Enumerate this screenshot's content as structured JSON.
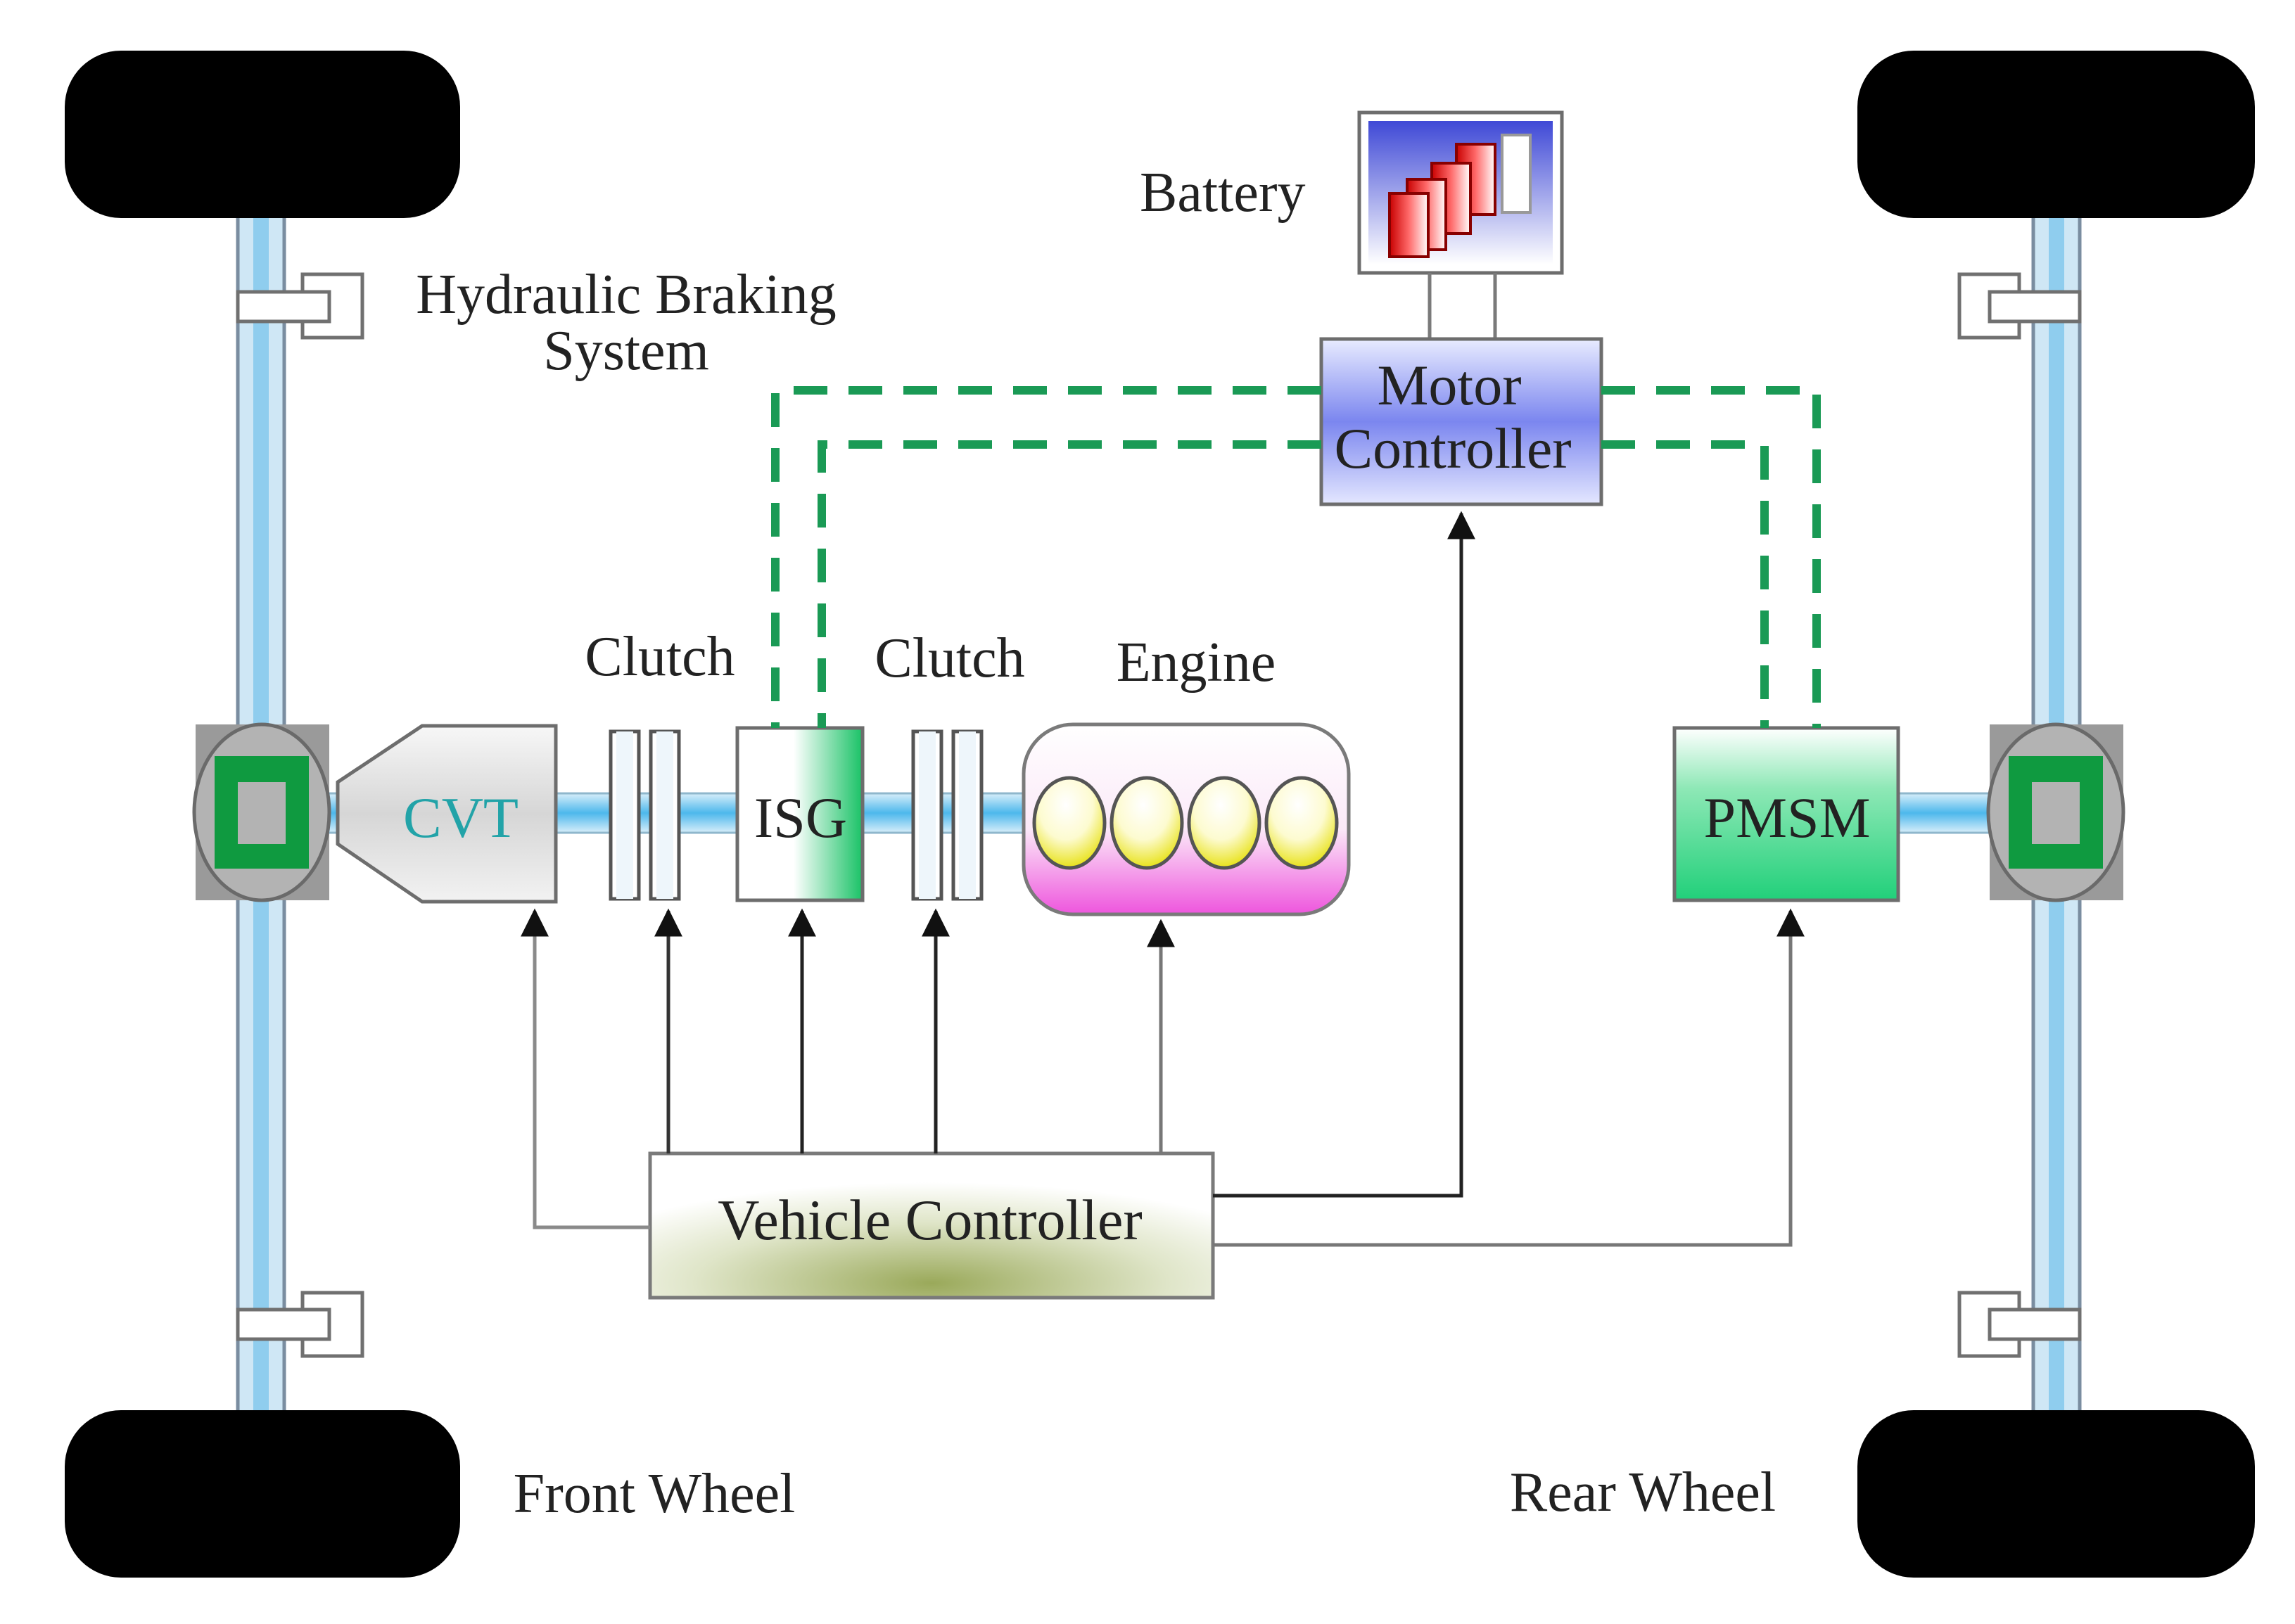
{
  "labels": {
    "battery": "Battery",
    "hydraulic_braking_line1": "Hydraulic Braking",
    "hydraulic_braking_line2": "System",
    "motor_controller_line1": "Motor",
    "motor_controller_line2": "Controller",
    "clutch_1": "Clutch",
    "clutch_2": "Clutch",
    "engine": "Engine",
    "cvt": "CVT",
    "isg": "ISG",
    "pmsm": "PMSM",
    "vehicle_controller": "Vehicle Controller",
    "front_wheel": "Front Wheel",
    "rear_wheel": "Rear Wheel"
  },
  "colors": {
    "signal_dashed": "#1a9a55",
    "shaft": "#a9d8ef",
    "wheel": "#000000",
    "isg_green": "#19c266",
    "pmsm_green": "#21d07a",
    "motor_controller_blue": "#7b86ef",
    "engine_magenta": "#ee55dd",
    "cvt_text": "#22a3a8",
    "vehicle_controller_olive": "#9aa95a"
  }
}
